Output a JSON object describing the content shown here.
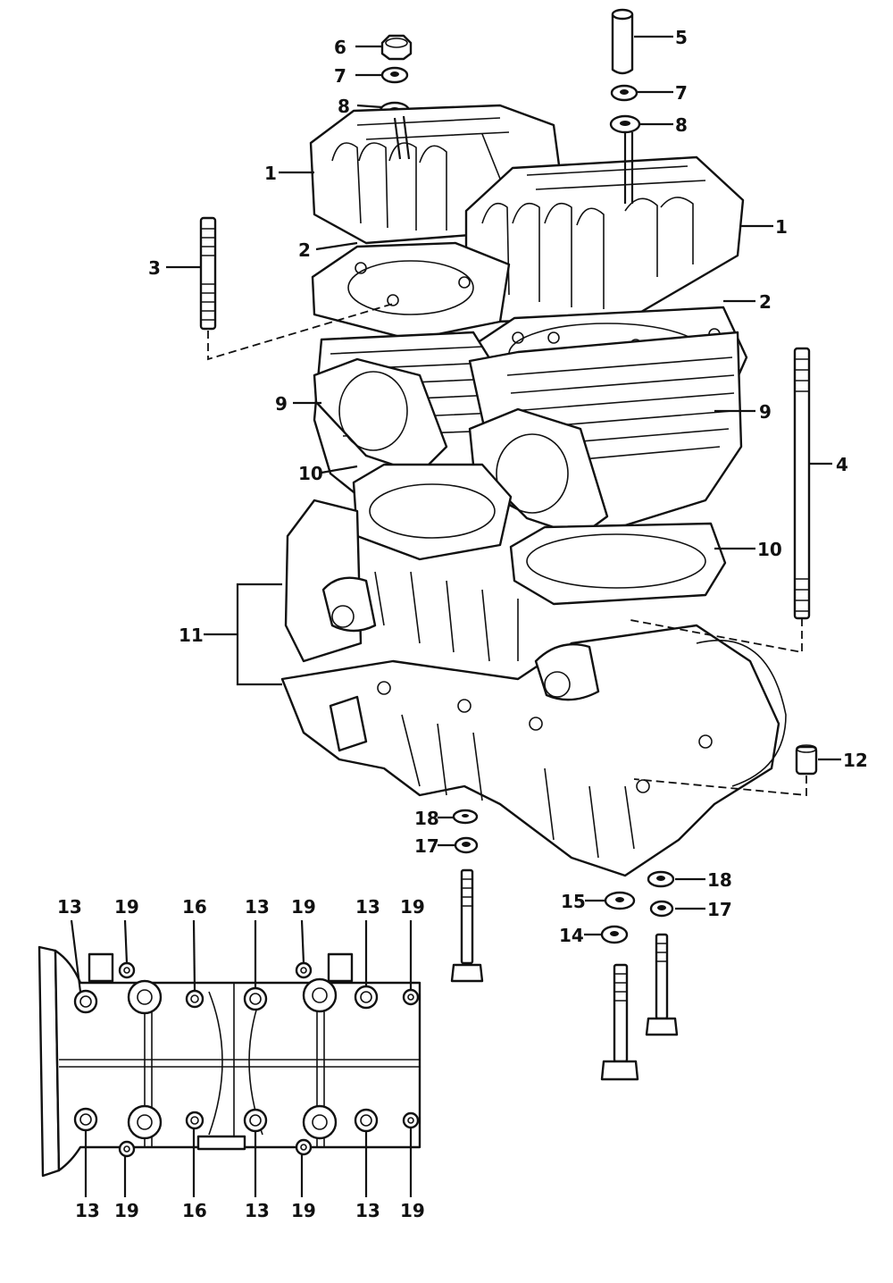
{
  "callouts": {
    "c1a": "1",
    "c1b": "1",
    "c2a": "2",
    "c2b": "2",
    "c3": "3",
    "c4": "4",
    "c5": "5",
    "c6": "6",
    "c7a": "7",
    "c7b": "7",
    "c8a": "8",
    "c8b": "8",
    "c9a": "9",
    "c9b": "9",
    "c10a": "10",
    "c10b": "10",
    "c11": "11",
    "c12": "12",
    "c14": "14",
    "c15": "15",
    "c17a": "17",
    "c17b": "17",
    "c18a": "18",
    "c18b": "18",
    "bottom_top": [
      "13",
      "19",
      "16",
      "13",
      "19",
      "13",
      "19"
    ],
    "bottom_bot": [
      "13",
      "19",
      "16",
      "13",
      "19",
      "13",
      "19"
    ]
  }
}
